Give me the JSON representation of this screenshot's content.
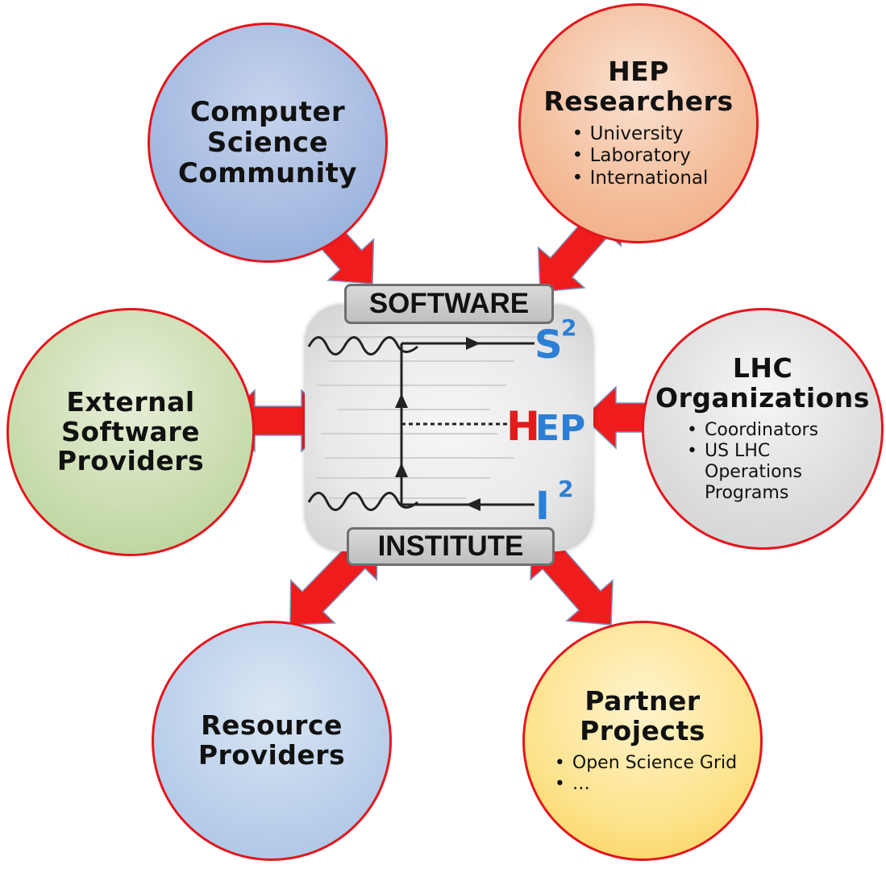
{
  "center": {
    "top_label": "SOFTWARE",
    "bottom_label": "INSTITUTE",
    "logo": {
      "s2": "S",
      "s2_exp": "2",
      "hep_h": "H",
      "hep_ep": "EP",
      "i2": "I",
      "i2_exp": "2"
    }
  },
  "circles": {
    "computer_science": {
      "title": [
        "Computer",
        "Science",
        "Community"
      ]
    },
    "hep": {
      "title": [
        "HEP",
        "Researchers"
      ],
      "items": [
        "University",
        "Laboratory",
        "International"
      ]
    },
    "external": {
      "title": [
        "External",
        "Software",
        "Providers"
      ]
    },
    "lhc": {
      "title": [
        "LHC",
        "Organizations"
      ],
      "items": [
        "Coordinators",
        "US LHC Operations Programs"
      ]
    },
    "resource": {
      "title": [
        "Resource",
        "Providers"
      ]
    },
    "partner": {
      "title": [
        "Partner",
        "Projects"
      ],
      "items": [
        "Open Science Grid",
        "…"
      ]
    }
  },
  "colors": {
    "circle_border": "#e3161d",
    "arrow_fill": "#ee1c1c",
    "arrow_stroke": "#7d8fbf",
    "s2_blue": "#2b7fd4",
    "hep_red": "#e31b1b"
  }
}
